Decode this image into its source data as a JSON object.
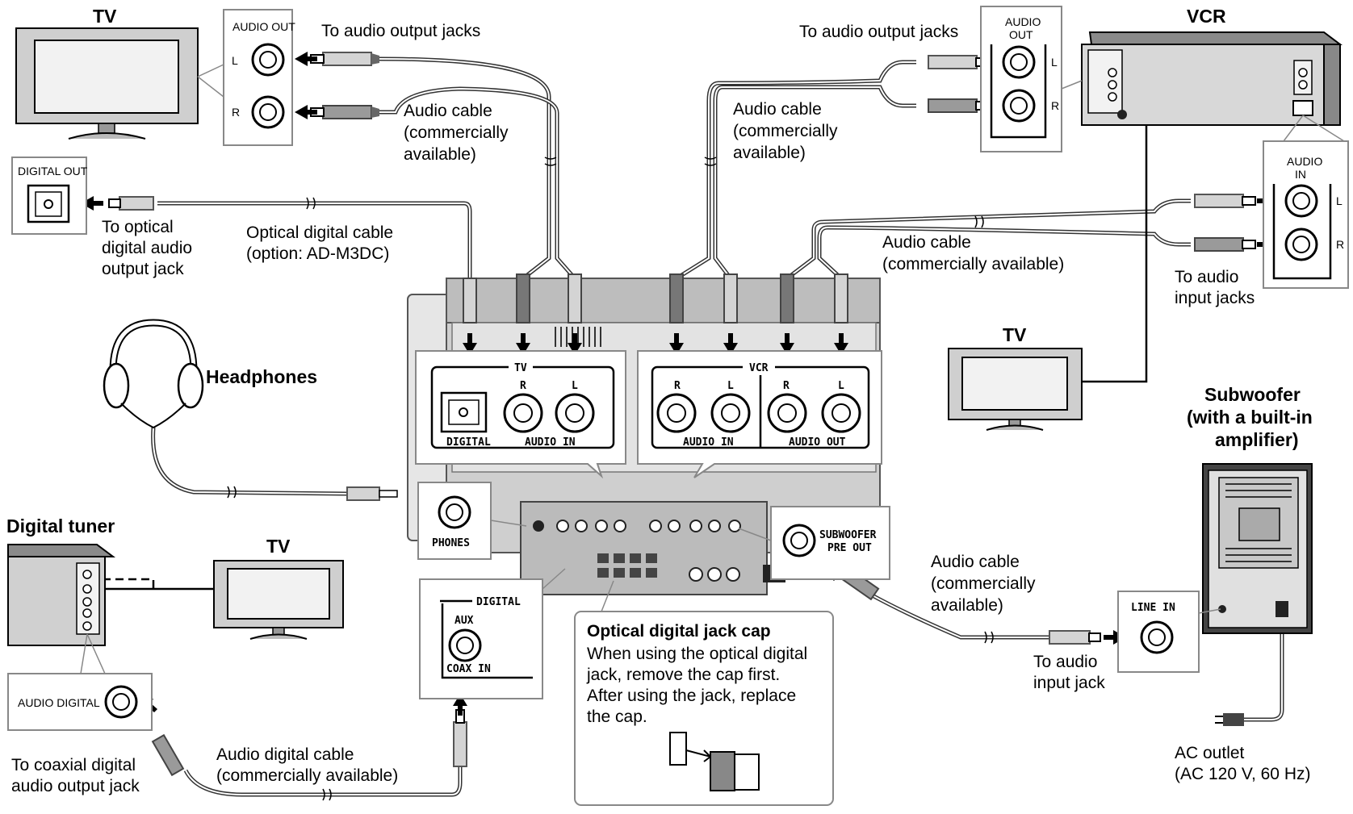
{
  "devices": {
    "tv_top_left": "TV",
    "vcr": "VCR",
    "tv_right": "TV",
    "tv_bottom": "TV",
    "headphones": "Headphones",
    "digital_tuner": "Digital tuner",
    "subwoofer_line1": "Subwoofer",
    "subwoofer_line2": "(with a built-in",
    "subwoofer_line3": "amplifier)"
  },
  "panels": {
    "tv_audio_out": {
      "title": "AUDIO OUT",
      "left": "L",
      "right": "R"
    },
    "tv_digital_out": {
      "title": "DIGITAL OUT"
    },
    "vcr_audio_out": {
      "title_line1": "AUDIO",
      "title_line2": "OUT",
      "left": "L",
      "right": "R"
    },
    "vcr_audio_in": {
      "title_line1": "AUDIO",
      "title_line2": "IN",
      "left": "L",
      "right": "R"
    },
    "unit_tv": {
      "title": "TV",
      "r": "R",
      "l": "L",
      "digital": "DIGITAL",
      "audio_in": "AUDIO  IN"
    },
    "unit_vcr": {
      "title": "VCR",
      "r1": "R",
      "l1": "L",
      "r2": "R",
      "l2": "L",
      "audio_in": "AUDIO  IN",
      "audio_out": "AUDIO OUT"
    },
    "phones": {
      "label": "PHONES"
    },
    "subwoofer_pre_out": {
      "line1": "SUBWOOFER",
      "line2": "PRE OUT"
    },
    "digital_aux": {
      "title": "DIGITAL",
      "aux": "AUX",
      "coax": "COAX  IN"
    },
    "audio_digital": {
      "label": "AUDIO  DIGITAL"
    },
    "line_in": {
      "label": "LINE  IN"
    }
  },
  "labels": {
    "to_audio_output_jacks_tv": "To audio output jacks",
    "to_audio_output_jacks_vcr": "To audio output jacks",
    "audio_cable_tv": [
      "Audio cable",
      "(commercially",
      "available)"
    ],
    "audio_cable_vcr": [
      "Audio cable",
      "(commercially",
      "available)"
    ],
    "audio_cable_vcr_in": [
      "Audio cable",
      "(commercially available)"
    ],
    "to_audio_input_jacks": [
      "To audio",
      "input jacks"
    ],
    "to_optical": [
      "To optical",
      "digital audio",
      "output jack"
    ],
    "optical_cable": [
      "Optical digital cable",
      "(option: AD-M3DC)"
    ],
    "audio_cable_sub": [
      "Audio cable",
      "(commercially",
      "available)"
    ],
    "to_audio_input_jack": [
      "To audio",
      "input jack"
    ],
    "ac_outlet": [
      "AC outlet",
      "(AC 120 V, 60 Hz)"
    ],
    "to_coaxial": [
      "To coaxial digital",
      "audio output jack"
    ],
    "audio_digital_cable": [
      "Audio digital cable",
      "(commercially available)"
    ]
  },
  "note": {
    "title": "Optical digital jack cap",
    "lines": [
      "When using the optical digital",
      "jack, remove the cap first.",
      "After using the jack, replace",
      "the cap."
    ]
  }
}
